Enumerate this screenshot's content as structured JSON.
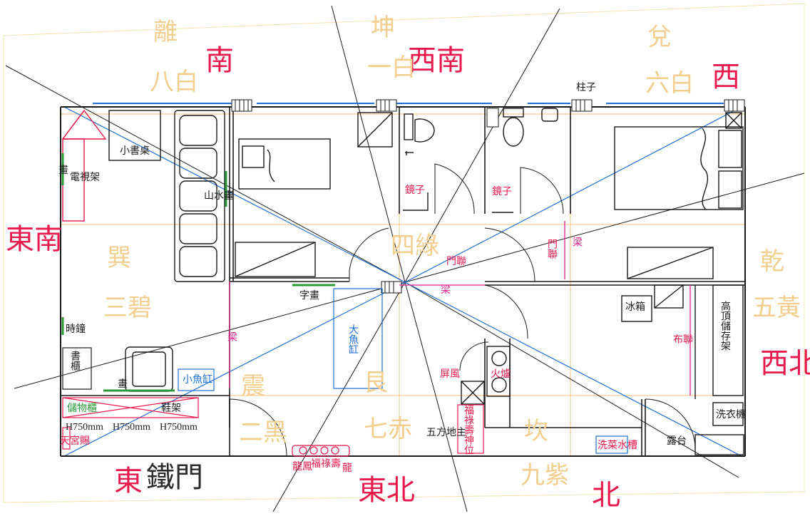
{
  "directions": {
    "south": "南",
    "southwest": "西南",
    "west": "西",
    "southeast": "東南",
    "northwest": "西北",
    "east": "東",
    "northeast": "東北",
    "north": "北"
  },
  "stars": {
    "li": "離",
    "li_num": "八白",
    "kun": "坤",
    "kun_num": "一白",
    "dui": "兌",
    "dui_num": "六白",
    "xun": "巽",
    "xun_num": "三碧",
    "qian": "乾",
    "qian_num": "五黃",
    "zhen": "震",
    "zhen_num": "二黑",
    "gen": "艮",
    "gen_num": "七赤",
    "kan": "坎",
    "kan_num": "九紫",
    "center": "四綠"
  },
  "labels": {
    "small_desk": "小書桌",
    "pillar": "柱子",
    "painting": "畫",
    "tv_stand": "電視架",
    "landscape_painting": "山水畫",
    "mirror_1": "鏡子",
    "mirror_2": "鏡子",
    "door_couplet": "門聯",
    "couplet_1": "門聯",
    "beam_1": "梁",
    "beam_2": "梁",
    "beam_3": "梁",
    "calligraphy": "字畫",
    "fridge": "冰箱",
    "tall_storage": "高頂儲存架",
    "cloth_couplet": "布聯",
    "clock": "時鐘",
    "big_aquarium": "大魚缸",
    "small_aquarium": "小魚缸",
    "bookcase": "書櫃",
    "screen": "屏風",
    "stove": "火爐",
    "shrine_wall": "福祿壽神位",
    "five_gods": "五方地主",
    "sink": "洗菜水槽",
    "balcony": "露台",
    "washer": "洗衣機",
    "bottom_cabinets": "儲物櫃",
    "shoe_rack": "鞋架",
    "dim_1": "H750mm",
    "dim_2": "H750mm",
    "dim_3": "H750mm",
    "tiangong": "天宮賜",
    "fulu_left": "龍鳳",
    "fulu_mid": "福祿壽",
    "fulu_right": "龍",
    "iron_gate": "鐵門"
  },
  "colors": {
    "direction_red": "#e8194c",
    "star_gold": "#f2cf8e",
    "wall_black": "#1a1a1a",
    "blue_line": "#1f6fd6",
    "beam_magenta": "#e0208c",
    "grid_orange": "#f2c27a",
    "plant_green": "#2c9a3a"
  }
}
